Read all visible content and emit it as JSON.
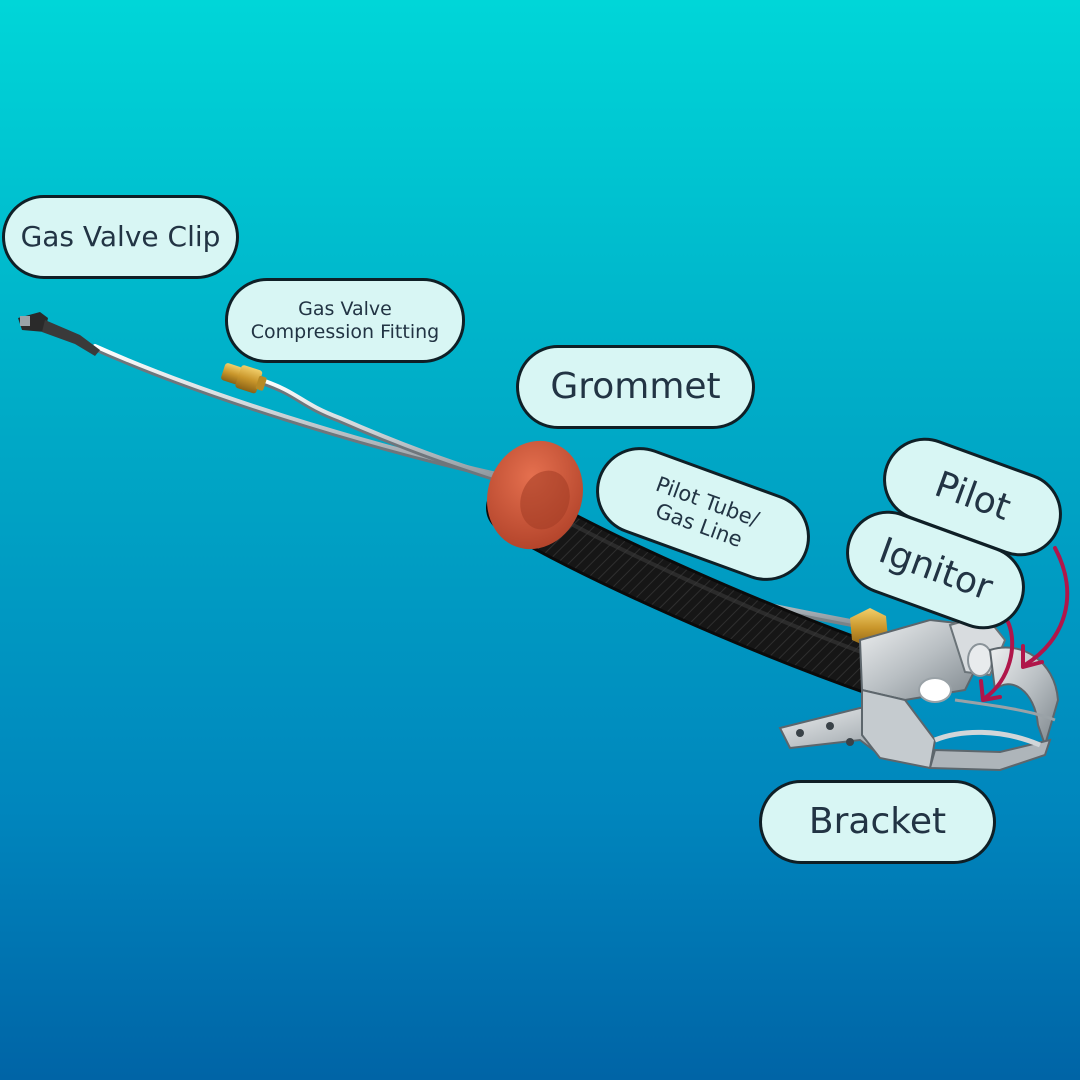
{
  "labels": {
    "gas_valve_clip": "Gas Valve Clip",
    "compression_fitting_line1": "Gas Valve",
    "compression_fitting_line2": "Compression Fitting",
    "grommet": "Grommet",
    "pilot_tube_line1": "Pilot Tube/",
    "pilot_tube_line2": "Gas Line",
    "pilot": "Pilot",
    "ignitor": "Ignitor",
    "bracket": "Bracket"
  },
  "colors": {
    "background_top": "#00d6d8",
    "background_bottom": "#0064a6",
    "callout_fill": "#d8f6f4",
    "callout_text": "#223444",
    "arrow": "#b0164a",
    "grommet": "#d0583b",
    "sleeve": "#1a1a1a",
    "tube": "#d9dde0",
    "brass": "#c9962b"
  }
}
